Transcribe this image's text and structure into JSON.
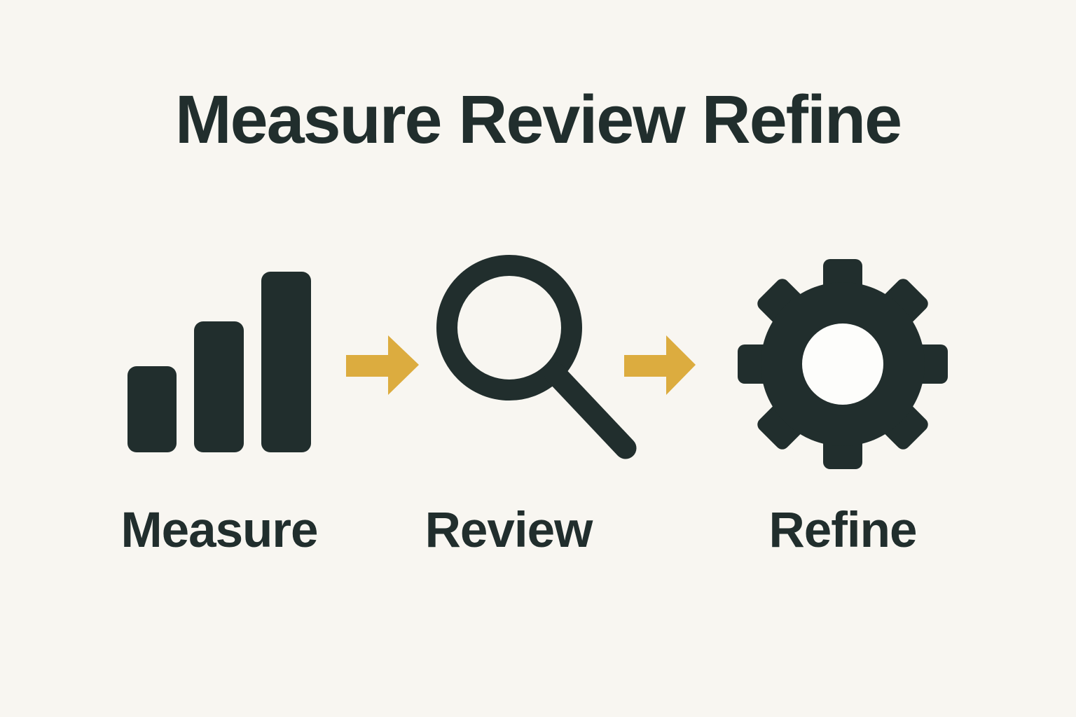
{
  "title": "Measure Review Refine",
  "steps": [
    {
      "label": "Measure",
      "icon": "bar-chart-icon"
    },
    {
      "label": "Review",
      "icon": "magnifier-icon"
    },
    {
      "label": "Refine",
      "icon": "gear-icon"
    }
  ],
  "connectors": [
    {
      "icon": "arrow-right-icon"
    },
    {
      "icon": "arrow-right-icon"
    }
  ],
  "colors": {
    "background": "#F8F6F1",
    "ink": "#212E2D",
    "accent": "#DCAC3F",
    "hole": "#FDFDFB"
  }
}
